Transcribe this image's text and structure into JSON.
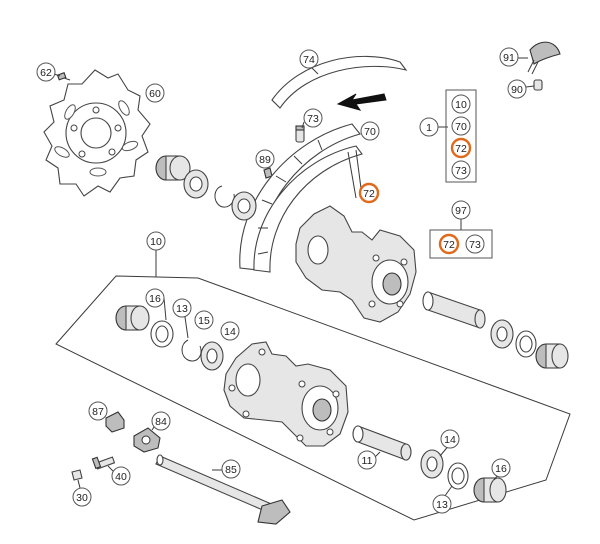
{
  "labels": {
    "l62": "62",
    "l60": "60",
    "l74": "74",
    "l91": "91",
    "l90": "90",
    "l73a": "73",
    "l70a": "70",
    "l89": "89",
    "l72a": "72",
    "l1": "1",
    "l10g": "10",
    "l70g": "70",
    "l72g": "72",
    "l73g": "73",
    "l97": "97",
    "l72b": "72",
    "l73b": "73",
    "l10": "10",
    "l16a": "16",
    "l13a": "13",
    "l15": "15",
    "l14a": "14",
    "l87": "87",
    "l84": "84",
    "l40": "40",
    "l85": "85",
    "l30": "30",
    "l11": "11",
    "l14b": "14",
    "l16b": "16",
    "l13b": "13"
  },
  "highlight_color": "#e06a1c"
}
